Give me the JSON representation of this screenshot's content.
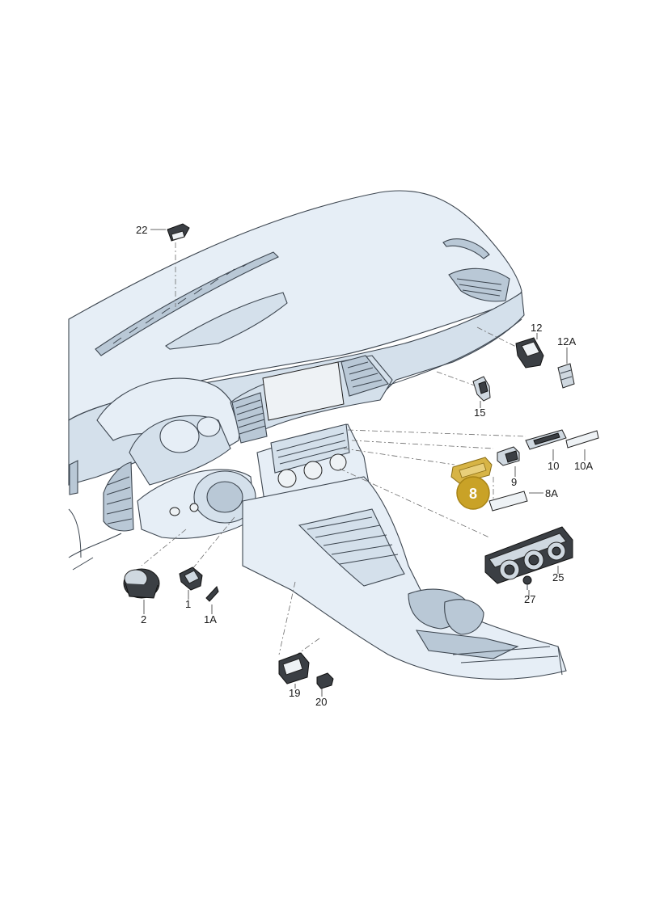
{
  "callouts": {
    "c22": "22",
    "c12": "12",
    "c12A": "12A",
    "c15": "15",
    "c9": "9",
    "c10": "10",
    "c10A": "10A",
    "c8A": "8A",
    "c25": "25",
    "c27": "27",
    "c1": "1",
    "c1A": "1A",
    "c2": "2",
    "c19": "19",
    "c20": "20"
  },
  "highlight": {
    "label": "8",
    "color": "#c9a227"
  }
}
